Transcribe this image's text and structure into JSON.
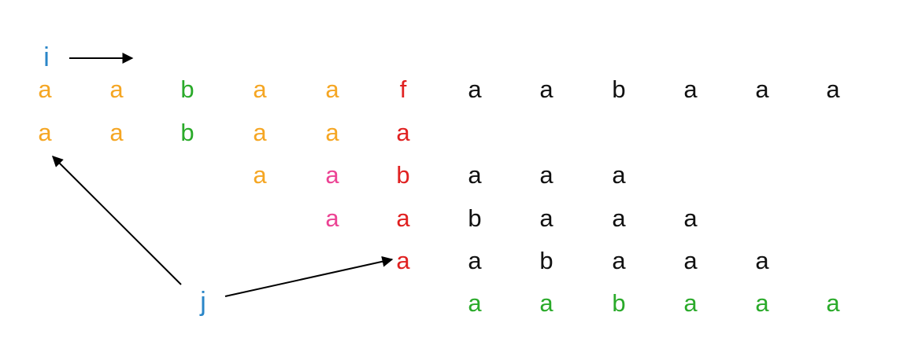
{
  "colors": {
    "orange": "#F5A623",
    "green": "#2AAA2A",
    "red": "#E02020",
    "pink": "#EC4394",
    "black": "#111111",
    "blue": "#2A86C8"
  },
  "pointers": {
    "i": "i",
    "j": "j"
  },
  "rows": [
    {
      "id": "text",
      "chars": [
        {
          "c": "a",
          "color": "orange"
        },
        {
          "c": "a",
          "color": "orange"
        },
        {
          "c": "b",
          "color": "green"
        },
        {
          "c": "a",
          "color": "orange"
        },
        {
          "c": "a",
          "color": "orange"
        },
        {
          "c": "f",
          "color": "red"
        },
        {
          "c": "a",
          "color": "black"
        },
        {
          "c": "a",
          "color": "black"
        },
        {
          "c": "b",
          "color": "black"
        },
        {
          "c": "a",
          "color": "black"
        },
        {
          "c": "a",
          "color": "black"
        },
        {
          "c": "a",
          "color": "black"
        }
      ]
    },
    {
      "id": "pattern-shift-0",
      "chars": [
        {
          "c": "a",
          "color": "orange"
        },
        {
          "c": "a",
          "color": "orange"
        },
        {
          "c": "b",
          "color": "green"
        },
        {
          "c": "a",
          "color": "orange"
        },
        {
          "c": "a",
          "color": "orange"
        },
        {
          "c": "a",
          "color": "red"
        }
      ]
    },
    {
      "id": "pattern-shift-3",
      "chars": [
        {
          "c": "a",
          "color": "orange"
        },
        {
          "c": "a",
          "color": "pink"
        },
        {
          "c": "b",
          "color": "red"
        },
        {
          "c": "a",
          "color": "black"
        },
        {
          "c": "a",
          "color": "black"
        },
        {
          "c": "a",
          "color": "black"
        }
      ]
    },
    {
      "id": "pattern-shift-4",
      "chars": [
        {
          "c": "a",
          "color": "pink"
        },
        {
          "c": "a",
          "color": "red"
        },
        {
          "c": "b",
          "color": "black"
        },
        {
          "c": "a",
          "color": "black"
        },
        {
          "c": "a",
          "color": "black"
        },
        {
          "c": "a",
          "color": "black"
        }
      ]
    },
    {
      "id": "pattern-shift-5",
      "chars": [
        {
          "c": "a",
          "color": "red"
        },
        {
          "c": "a",
          "color": "black"
        },
        {
          "c": "b",
          "color": "black"
        },
        {
          "c": "a",
          "color": "black"
        },
        {
          "c": "a",
          "color": "black"
        },
        {
          "c": "a",
          "color": "black"
        }
      ]
    },
    {
      "id": "pattern-shift-6",
      "chars": [
        {
          "c": "a",
          "color": "green"
        },
        {
          "c": "a",
          "color": "green"
        },
        {
          "c": "b",
          "color": "green"
        },
        {
          "c": "a",
          "color": "green"
        },
        {
          "c": "a",
          "color": "green"
        },
        {
          "c": "a",
          "color": "green"
        }
      ]
    }
  ]
}
